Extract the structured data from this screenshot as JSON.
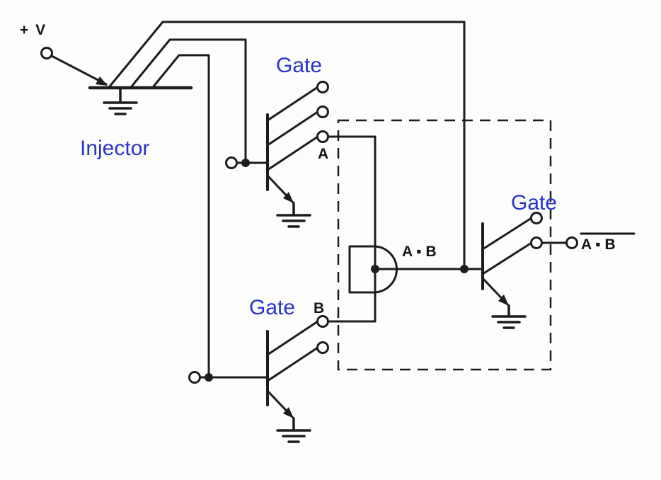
{
  "colors": {
    "ink": "#1c1c1c",
    "label_blue": "#2a33cc",
    "background": "#ffffff"
  },
  "labels": {
    "supply": "+ V",
    "injector": "Injector",
    "gate_top": "Gate",
    "gate_bottom": "Gate",
    "gate_output": "Gate",
    "signal_a": "A",
    "signal_b": "B",
    "and_product": "A ▪ B",
    "output_complement": "A ▪ B",
    "output_has_overbar": "true"
  }
}
